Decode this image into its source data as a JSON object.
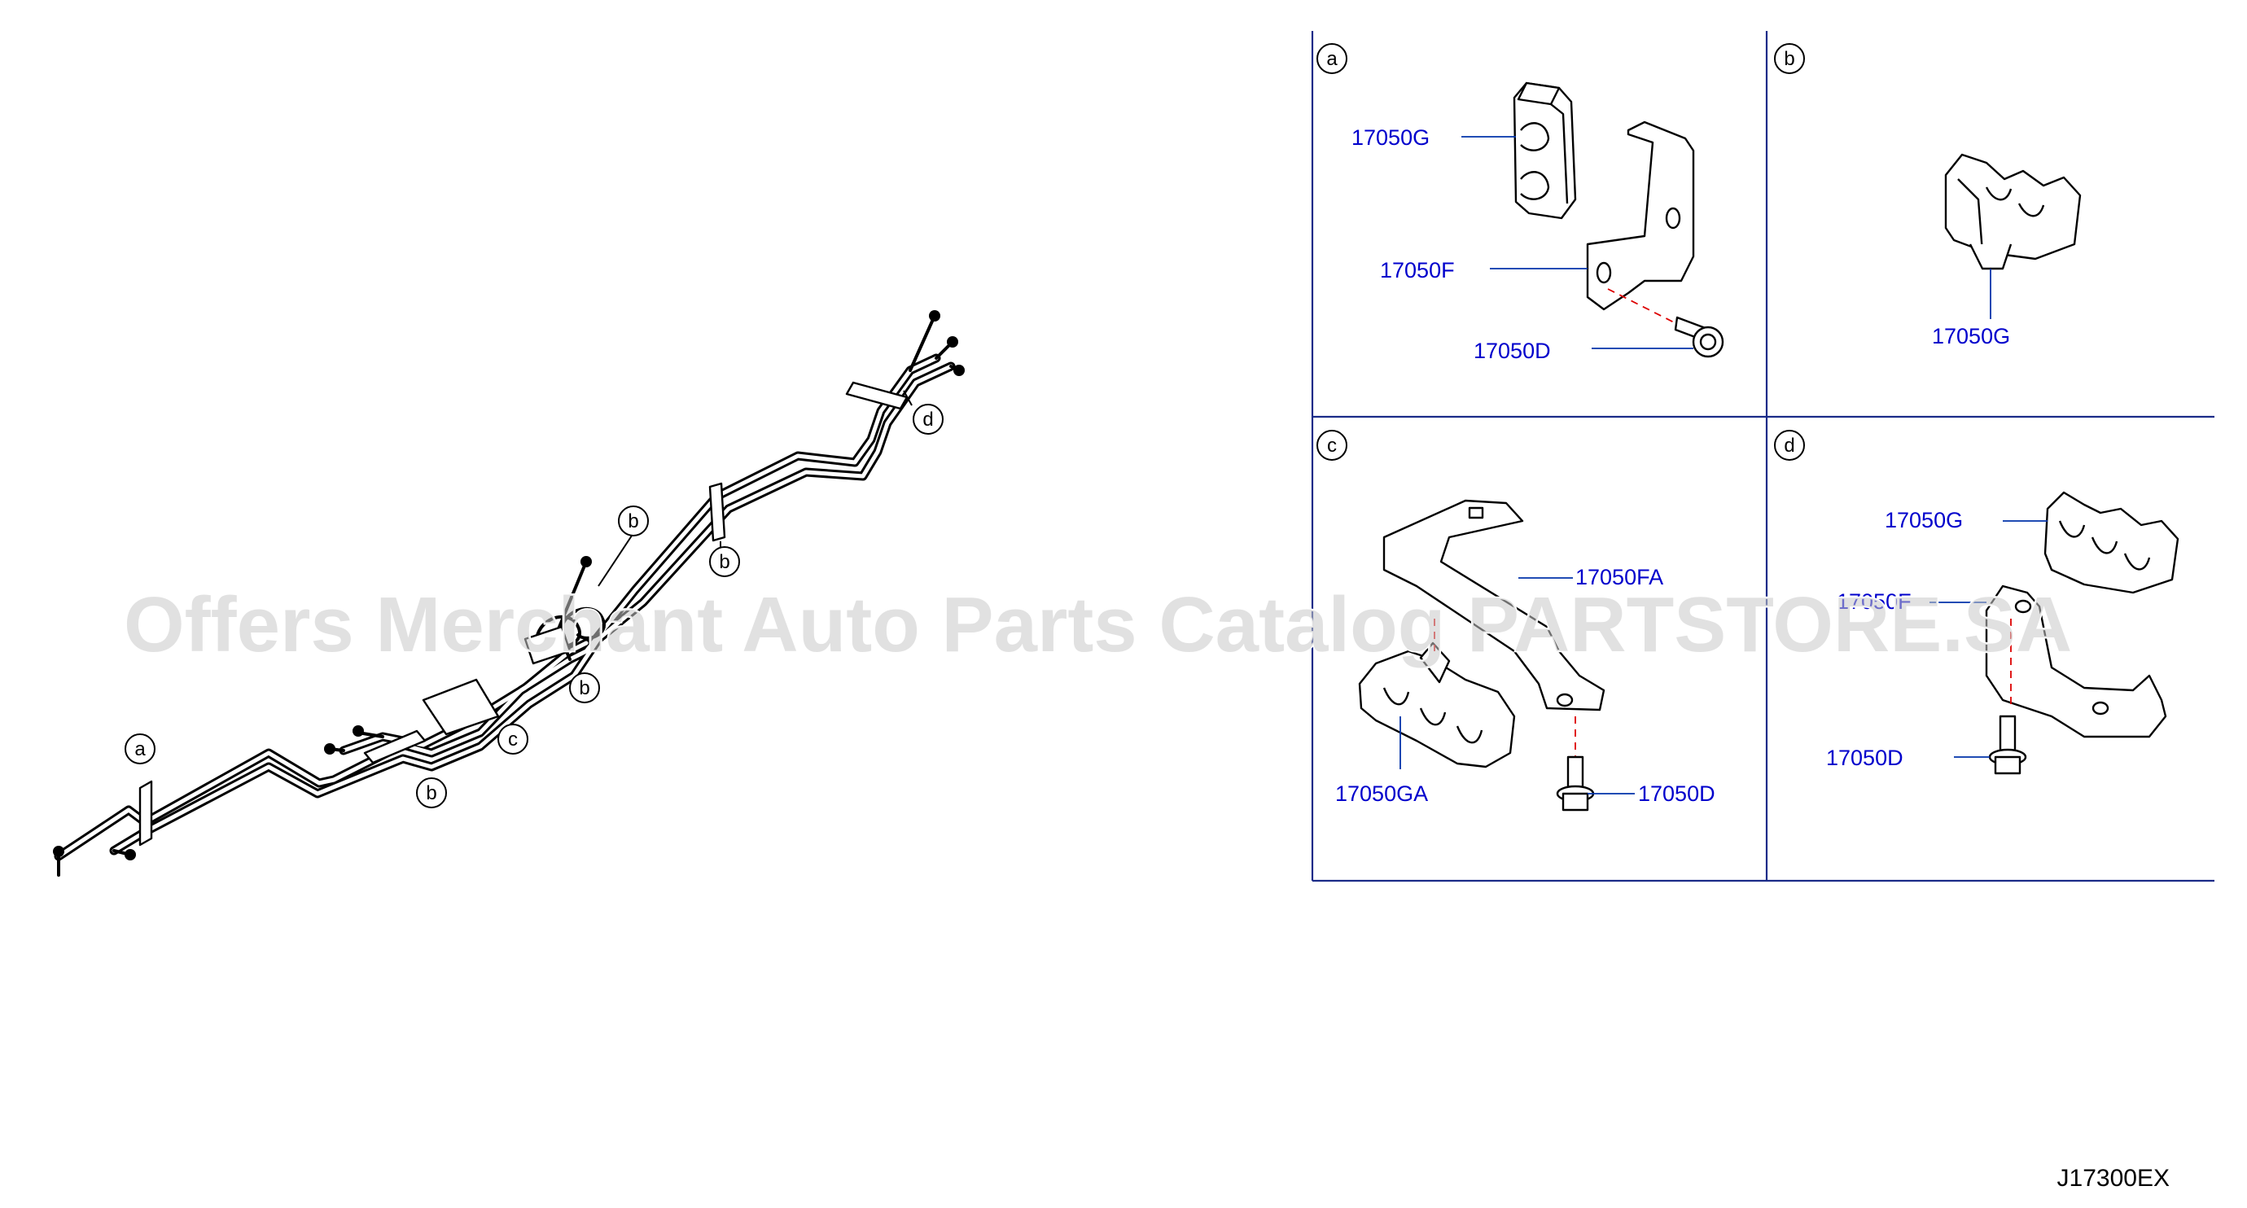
{
  "watermark": "Offers Merchant Auto Parts Catalog PARTSTORE.SA",
  "diagram_code": "J17300EX",
  "main_view": {
    "callouts": [
      "a",
      "b",
      "b",
      "b",
      "b",
      "c",
      "d"
    ]
  },
  "panels": [
    {
      "letter": "a",
      "parts": [
        {
          "number": "17050G",
          "name": "clip-double"
        },
        {
          "number": "17050F",
          "name": "bracket-z"
        },
        {
          "number": "17050D",
          "name": "bolt"
        }
      ]
    },
    {
      "letter": "b",
      "parts": [
        {
          "number": "17050G",
          "name": "clip-double"
        }
      ]
    },
    {
      "letter": "c",
      "parts": [
        {
          "number": "17050FA",
          "name": "bracket-long"
        },
        {
          "number": "17050GA",
          "name": "clip-triple"
        },
        {
          "number": "17050D",
          "name": "bolt"
        }
      ]
    },
    {
      "letter": "d",
      "parts": [
        {
          "number": "17050G",
          "name": "clip-triple"
        },
        {
          "number": "17050F",
          "name": "bracket-u"
        },
        {
          "number": "17050D",
          "name": "bolt"
        }
      ]
    }
  ]
}
